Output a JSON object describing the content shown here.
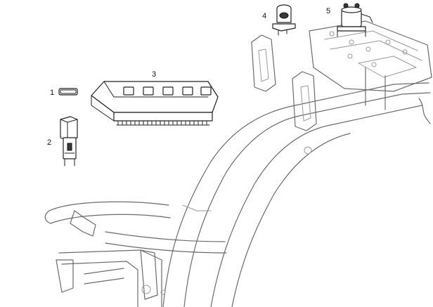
{
  "figure": {
    "background": "#ffffff",
    "frame_color": "#6b6b6b",
    "part_color": "#222222"
  },
  "callouts": [
    {
      "label": "1",
      "part": "relay"
    },
    {
      "label": "2",
      "part": "switch"
    },
    {
      "label": "3",
      "part": "controller"
    },
    {
      "label": "4",
      "part": "horn"
    },
    {
      "label": "5",
      "part": "solenoid"
    }
  ]
}
